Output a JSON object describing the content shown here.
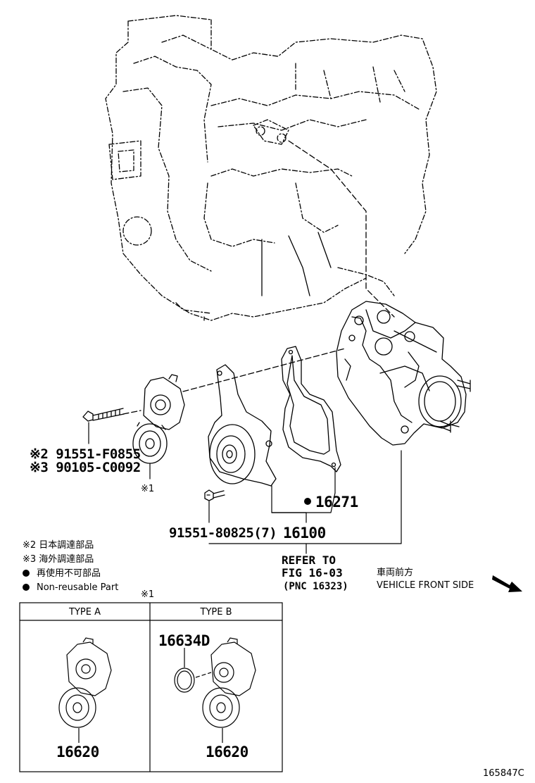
{
  "parts": {
    "bolt_jp": "※2 91551-F0855",
    "bolt_ov": "※3 90105-C0092",
    "tensioner_ref": "※1",
    "bolt_small": "91551-80825(7)",
    "gasket": "16271",
    "pump_assy": "16100",
    "refer_line1": "REFER TO",
    "refer_line2": "FIG 16-03",
    "refer_line3": "(PNC 16323)",
    "direction_jp": "車両前方",
    "direction_en": "VEHICLE FRONT SIDE"
  },
  "legend": {
    "note2": "※2 日本調達部品",
    "note3": "※3 海外調達部品",
    "nonreuse_jp": "再使用不可部品",
    "nonreuse_en": "Non-reusable Part"
  },
  "variant_table": {
    "ref_mark": "※1",
    "type_a": {
      "header": "TYPE A",
      "part": "16620"
    },
    "type_b": {
      "header": "TYPE B",
      "part": "16620",
      "seal": "16634D"
    }
  },
  "diagram_id": "165847C"
}
